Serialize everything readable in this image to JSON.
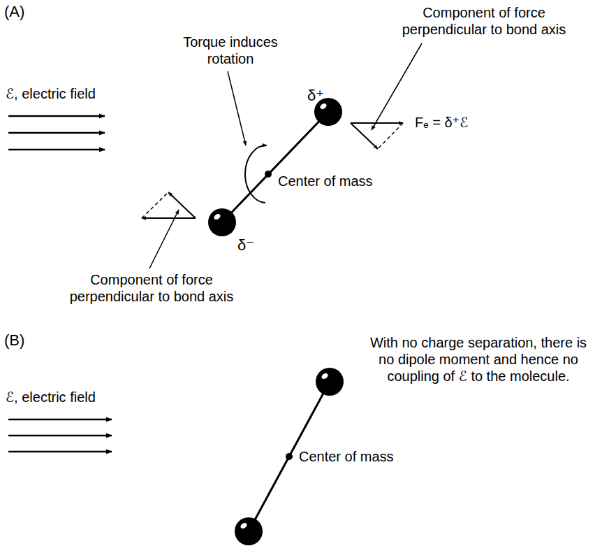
{
  "diagram": {
    "labels": [
      "(A)",
      "Component of force perpendicular to bond axis",
      "Torque induces rotation",
      "ℰ, electric field",
      "δ⁺",
      "Fₑ = δ⁺ℰ",
      "Center of mass",
      "δ⁻",
      "Component of force perpendicular to bond axis",
      "(B)",
      "ℰ, electric field",
      "With no charge separation, there is no dipole moment and hence no coupling of ℰ to the molecule.",
      "Center of mass"
    ]
  }
}
